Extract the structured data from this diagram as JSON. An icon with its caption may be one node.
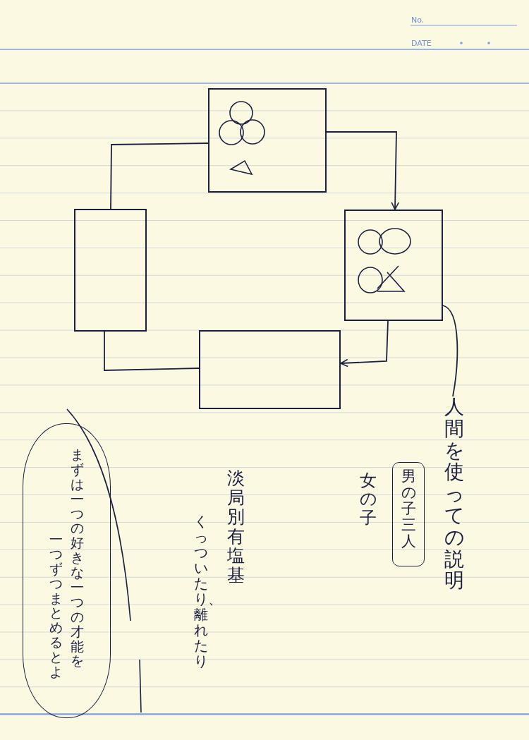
{
  "diagram": {
    "nodes": [
      {
        "text": [],
        "shape": "box"
      },
      {
        "text": [],
        "shape": "box"
      },
      {
        "text": [],
        "shape": "box"
      },
      {
        "text": [],
        "shape": "box"
      },
      {
        "text": [
          "人間を使っての説明"
        ]
      },
      {
        "text": [
          "男の子三人"
        ]
      },
      {
        "text": [
          "まずは一つの好きな一つの才能を一つずつまとめるとよ"
        ]
      }
    ],
    "edges": [
      {
        "from": 0,
        "to": 2,
        "arrow": "to"
      },
      {
        "from": 2,
        "to": 3,
        "arrow": "to"
      },
      {
        "from": 3,
        "to": 1,
        "arrow": "none"
      },
      {
        "from": 1,
        "to": 0,
        "arrow": "none"
      },
      {
        "from": 4,
        "to": 2,
        "arrow": "none"
      }
    ],
    "labels": [
      "No.",
      "DATE",
      "女の子",
      "淡局別有塩基",
      "くっついたり、離れたり"
    ]
  }
}
